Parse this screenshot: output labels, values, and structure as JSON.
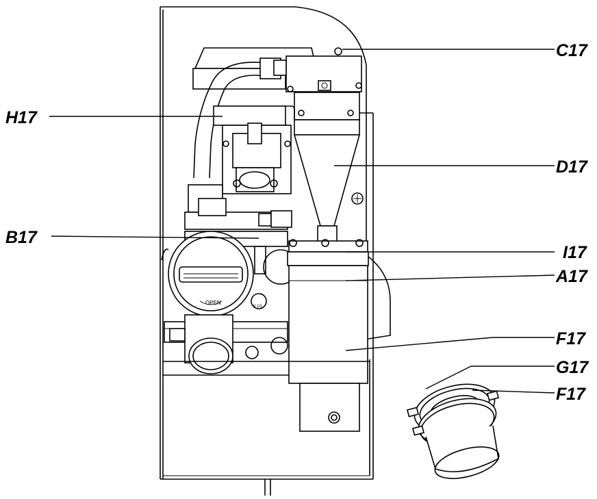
{
  "labels": {
    "C17": "C17",
    "H17": "H17",
    "D17": "D17",
    "B17": "B17",
    "I17": "I17",
    "A17": "A17",
    "F17_main": "F17",
    "G17": "G17",
    "F17_detail": "F17"
  },
  "stamps": {
    "open_text": "OPEN",
    "cert_text": "II 1G"
  }
}
